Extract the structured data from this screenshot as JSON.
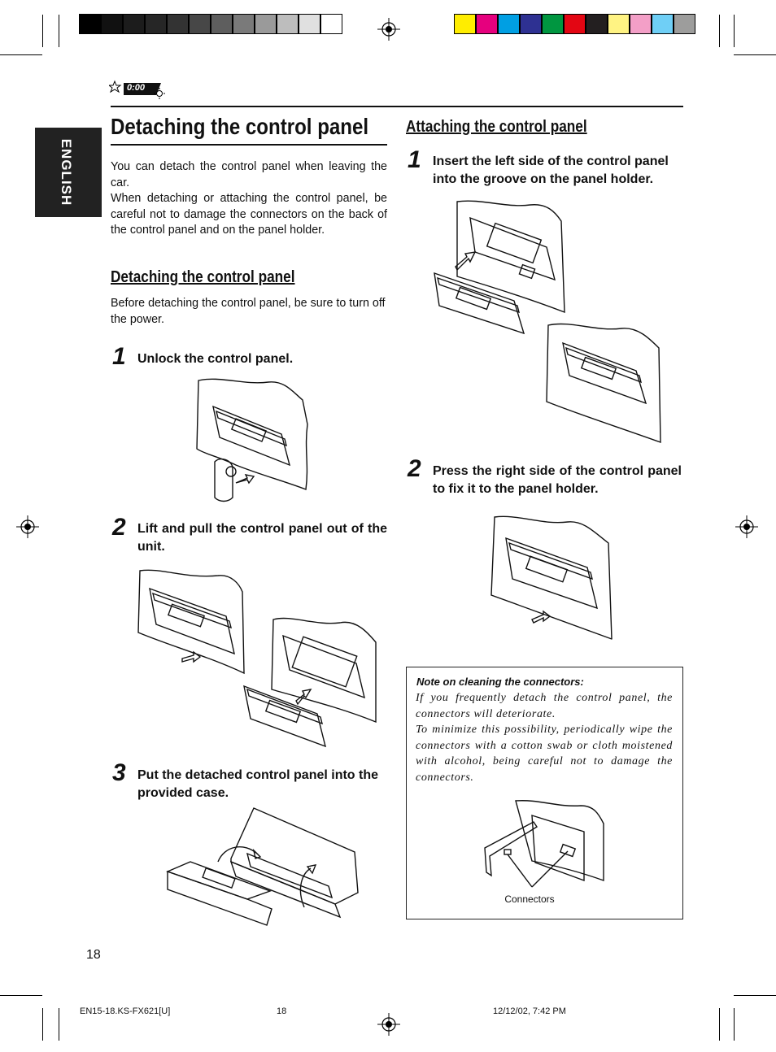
{
  "header": {
    "icon_label": "0:00",
    "grayscale_swatches": [
      "#000000",
      "#111111",
      "#1c1c1c",
      "#262626",
      "#333333",
      "#474747",
      "#5e5e5e",
      "#7a7a7a",
      "#9a9a9a",
      "#bdbdbd",
      "#e0e0e0",
      "#ffffff"
    ],
    "color_swatches": [
      "#ffed00",
      "#e6007e",
      "#009fe3",
      "#2e3192",
      "#009640",
      "#e30613",
      "#231f20",
      "#fff383",
      "#f39fc7",
      "#6fcff6",
      "#9d9d9c"
    ]
  },
  "sidebar": {
    "language_tab": "ENGLISH"
  },
  "main_title": "Detaching the control panel",
  "intro": {
    "paragraph_1": "You can detach the control panel when leaving the car.",
    "paragraph_2": "When detaching or attaching the control panel, be careful not to damage the connectors on the back of the control panel and on the panel holder."
  },
  "detach_section": {
    "heading": "Detaching the control panel",
    "intro": "Before detaching the control panel, be sure to turn off the power.",
    "steps": [
      {
        "number": "1",
        "text": "Unlock the control panel."
      },
      {
        "number": "2",
        "text": "Lift and pull the control panel out of the unit."
      },
      {
        "number": "3",
        "text": "Put the detached control panel into the provided case."
      }
    ]
  },
  "attach_section": {
    "heading": "Attaching the control panel",
    "steps": [
      {
        "number": "1",
        "text": "Insert the left side of the control panel into the groove on the panel holder."
      },
      {
        "number": "2",
        "text": "Press the right side of the control panel to fix it to the panel holder."
      }
    ]
  },
  "note": {
    "title": "Note on cleaning the connectors:",
    "line_1": "If you frequently detach the control panel, the connectors will deteriorate.",
    "line_2": "To minimize this possibility, periodically wipe the connectors with a cotton swab or cloth moistened with alcohol, being careful not to damage the connectors.",
    "figure_label": "Connectors"
  },
  "footer": {
    "page_number": "18",
    "file_name": "EN15-18.KS-FX621[U]",
    "slug_page": "18",
    "timestamp": "12/12/02, 7:42 PM"
  }
}
